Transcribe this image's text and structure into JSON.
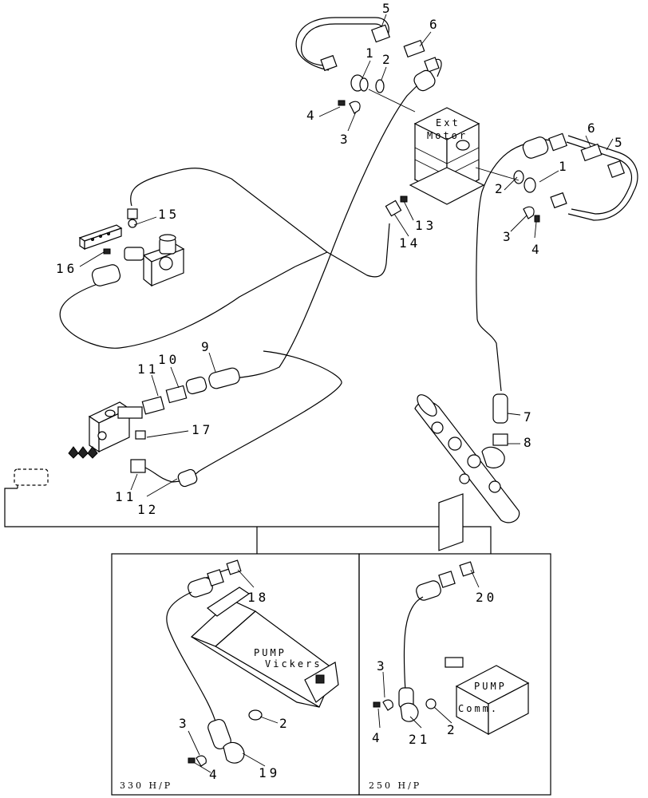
{
  "components": {
    "ext_motor": [
      "Ext",
      "Motor"
    ],
    "pump_vickers": [
      "PUMP",
      "Vickers"
    ],
    "pump_comm": [
      "PUMP",
      "Comm."
    ]
  },
  "boxes": {
    "left_label": "330 H/P",
    "right_label": "250 H/P"
  },
  "callouts": {
    "top_1": "1",
    "top_2": "2",
    "top_3": "3",
    "top_4": "4",
    "top_5": "5",
    "top_6": "6",
    "right_1": "1",
    "right_2": "2",
    "right_3": "3",
    "right_4": "4",
    "right_5": "5",
    "right_6": "6",
    "c7": "7",
    "c8": "8",
    "c9": "9",
    "c10": "10",
    "c11a": "11",
    "c11b": "11",
    "c12": "12",
    "c13": "13",
    "c14": "14",
    "c15": "15",
    "c16": "16",
    "c17": "17",
    "c18": "18",
    "c19": "19",
    "c20": "20",
    "c21": "21",
    "l_2": "2",
    "l_3": "3",
    "l_4": "4",
    "r_2": "2",
    "r_3": "3",
    "r_4": "4"
  }
}
